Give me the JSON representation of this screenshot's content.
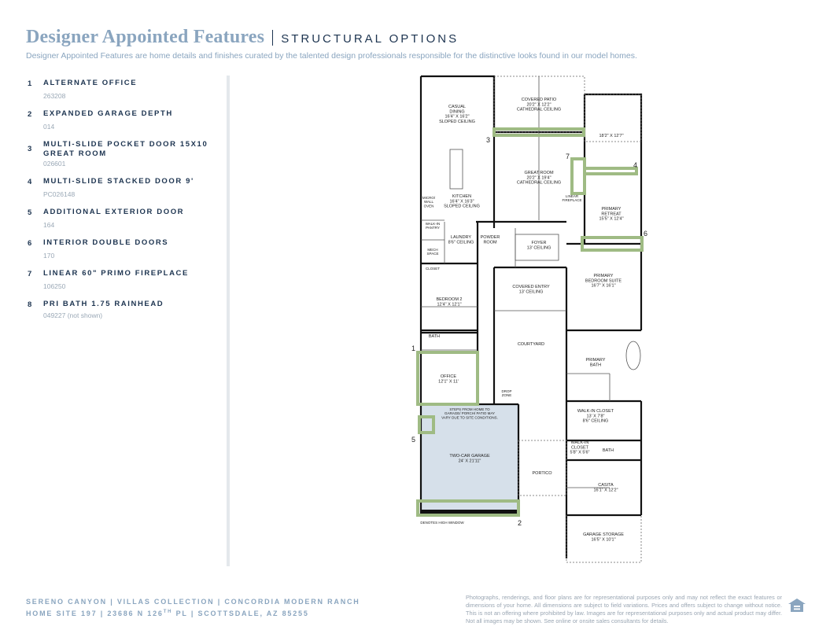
{
  "header": {
    "title": "Designer Appointed Features",
    "section": "STRUCTURAL OPTIONS",
    "subtitle": "Designer Appointed Features are home details and finishes curated by the talented design professionals responsible for the distinctive looks found in our model homes."
  },
  "features": [
    {
      "num": "1",
      "name": "ALTERNATE OFFICE",
      "code": "263208"
    },
    {
      "num": "2",
      "name": "EXPANDED GARAGE DEPTH",
      "code": "014"
    },
    {
      "num": "3",
      "name": "MULTI-SLIDE POCKET DOOR 15X10 GREAT ROOM",
      "code": "026601"
    },
    {
      "num": "4",
      "name": "MULTI-SLIDE STACKED DOOR 9'",
      "code": "PC026148"
    },
    {
      "num": "5",
      "name": "ADDITIONAL EXTERIOR DOOR",
      "code": "164"
    },
    {
      "num": "6",
      "name": "INTERIOR DOUBLE DOORS",
      "code": "170"
    },
    {
      "num": "7",
      "name": "LINEAR 60\" PRIMO FIREPLACE",
      "code": "106250"
    },
    {
      "num": "8",
      "name": "PRI BATH 1.75 RAINHEAD",
      "code": "049227 (not shown)"
    }
  ],
  "plan": {
    "rooms": {
      "casual_dining": "CASUAL\nDINING\n16'4\" X 16'2\"\nSLOPED CEILING",
      "covered_patio": "COVERED PATIO\n20'2\" X 12'2\"\nCATHEDRAL CEILING",
      "patio_right": "18'2\" X 12'7\"",
      "great_room": "GREAT ROOM\n20'2\" X 19'4\"\nCATHEDRAL CEILING",
      "kitchen": "KITCHEN\n16'4\" X 16'3\"\nSLOPED CEILING",
      "primary_retreat": "PRIMARY\nRETREAT\n15'5\" X 12'4\"",
      "laundry": "LAUNDRY\n8'6\" CEILING",
      "powder": "POWDER\nROOM",
      "foyer": "FOYER\n13' CEILING",
      "primary_suite": "PRIMARY\nBEDROOM SUITE\n16'7\" X 16'1\"",
      "covered_entry": "COVERED ENTRY\n13' CEILING",
      "bedroom2": "BEDROOM 2\n12'4\" X 12'1\"",
      "courtyard": "COURTYARD",
      "primary_bath": "PRIMARY\nBATH",
      "bath": "BATH",
      "office": "OFFICE\n12'1\" X 11'",
      "walkin_closet": "WALK-IN CLOSET\n13' X 7'8\"\n8'6\" CEILING",
      "walkin_closet2": "WALK-IN\nCLOSET\n5'8\" X 5'6\"",
      "bath2": "BATH",
      "garage": "TWO-CAR GARAGE\n24' X 21'11\"",
      "portico": "PORTICO",
      "casita": "CASITA\n16'1\" X 12'2\"",
      "garage_storage": "GARAGE STORAGE\n16'5\" X 10'1\"",
      "mech_space": "MECH\nSPACE",
      "closet": "CLOSET",
      "walkin_pantry": "WALK-IN\nPANTRY",
      "micro_wall_oven": "MICRO/\nWALL\nOVEN",
      "linear_fireplace": "LINEAR\nFIREPLACE",
      "drop_zone": "DROP\nZONE",
      "steps_note": "STEPS FROM HOME TO\nGARAGE/ PORCH/ PATIO MAY\nVARY DUE TO SITE CONDITIONS.",
      "high_window": "DENOTES HIGH WINDOW"
    },
    "markers": [
      "1",
      "2",
      "3",
      "4",
      "5",
      "6",
      "7"
    ]
  },
  "footer": {
    "line1": "SERENO CANYON | VILLAS COLLECTION | CONCORDIA MODERN RANCH",
    "line2_prefix": "HOME SITE 197 | 23686 N 126",
    "line2_sup": "TH",
    "line2_suffix": " PL | SCOTTSDALE, AZ 85255",
    "disclaimer": "Photographs, renderings, and floor plans are for representational purposes only and may not reflect the exact features or dimensions of your home. All dimensions are subject to field variations. Prices and offers subject to change without notice. This is not an offering where prohibited by law. Images are for representational purposes only and actual product may differ. Not all images may be shown. See online or onsite sales consultants for details."
  },
  "colors": {
    "accent": "#8aa5bf",
    "navy": "#1d3450",
    "highlight": "#9fbb84",
    "garage_fill": "#d6e0ea"
  }
}
